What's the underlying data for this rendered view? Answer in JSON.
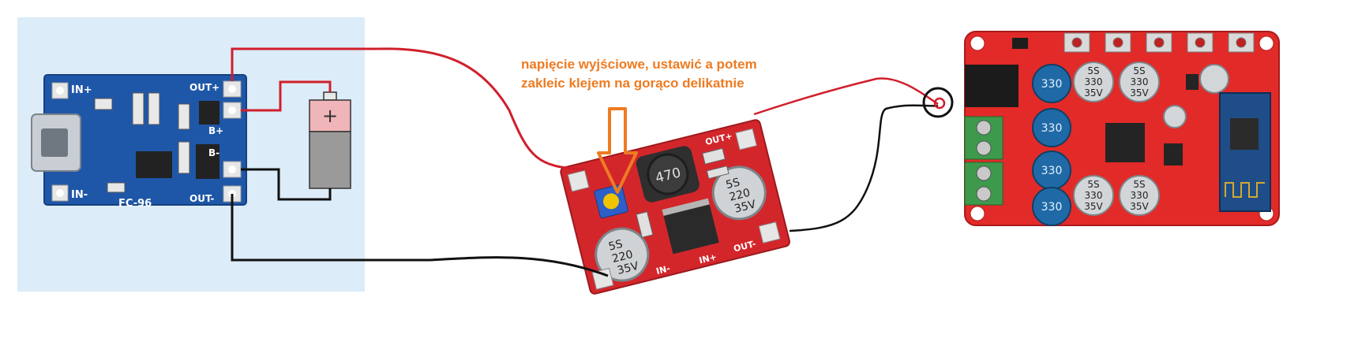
{
  "annotation": {
    "line1": "napięcie wyjściowe, ustawić a potem",
    "line2": "zakleic klejem na gorąco delikatnie"
  },
  "charger_board": {
    "labels": {
      "in_plus": "IN+",
      "in_minus": "IN-",
      "out_plus": "OUT+",
      "out_minus": "OUT-",
      "b_plus": "B+",
      "b_minus": "B-",
      "model": "FC-96"
    }
  },
  "battery": {
    "plus_symbol": "+"
  },
  "converter_board": {
    "labels": {
      "inductor": "470",
      "cap_line1": "5S",
      "cap_line2": "220",
      "cap_line3": "35V",
      "out_plus": "OUT+",
      "out_minus": "OUT-",
      "in_minus": "IN-",
      "in_plus": "IN+"
    }
  },
  "amp_board": {
    "labels": {
      "blue_cap": "330",
      "white_cap_line1": "5S",
      "white_cap_line2": "330",
      "white_cap_line3": "35V"
    }
  },
  "colors": {
    "wire_red": "#d01f2c",
    "wire_black": "#111111",
    "annotation": "#ee7b22",
    "charger_pcb": "#1f57a8",
    "converter_pcb": "#d3262b",
    "amp_pcb": "#e22a28",
    "battery_top": "#f0b5b8",
    "battery_bottom": "#9a9a9a",
    "background_panel": "#dcecf8"
  }
}
